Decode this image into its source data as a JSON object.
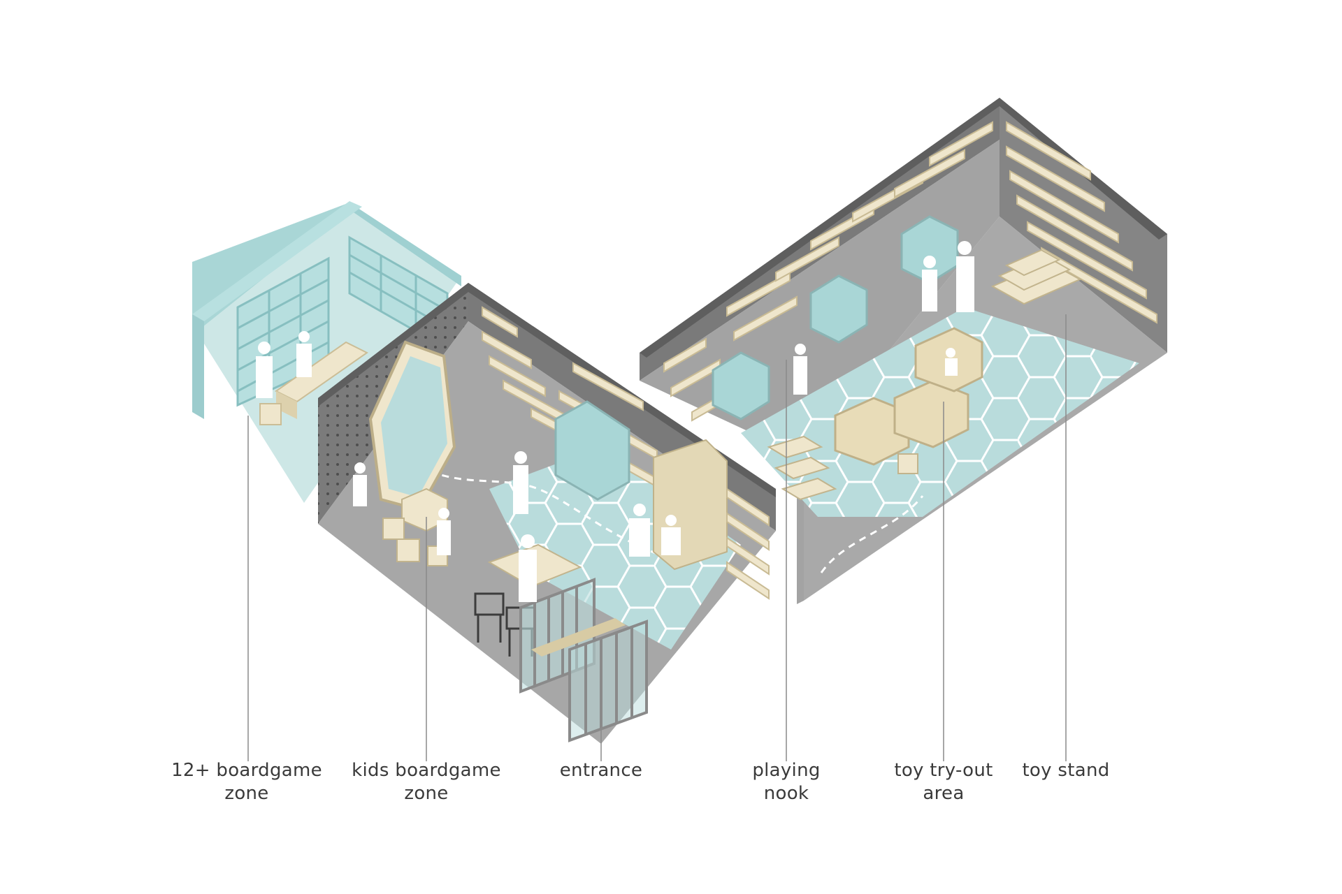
{
  "labels": {
    "boardgame_12plus": "12+ boardgame\nzone",
    "kids_boardgame": "kids boardgame\nzone",
    "entrance": "entrance",
    "playing_nook": "playing\nnook",
    "toy_tryout": "toy try-out\narea",
    "toy_stand": "toy stand"
  },
  "colors": {
    "floor_grey": "#a3a3a3",
    "floor_light_grey": "#b4b4b4",
    "wall_dark": "#6f6f6f",
    "wall_top": "#5a5a5a",
    "mint": "#b9dcdc",
    "mint_dark": "#8fc4c6",
    "wood": "#efe6cc",
    "wood_edge": "#cbbd96",
    "leader_line": "#8a8a8a"
  }
}
